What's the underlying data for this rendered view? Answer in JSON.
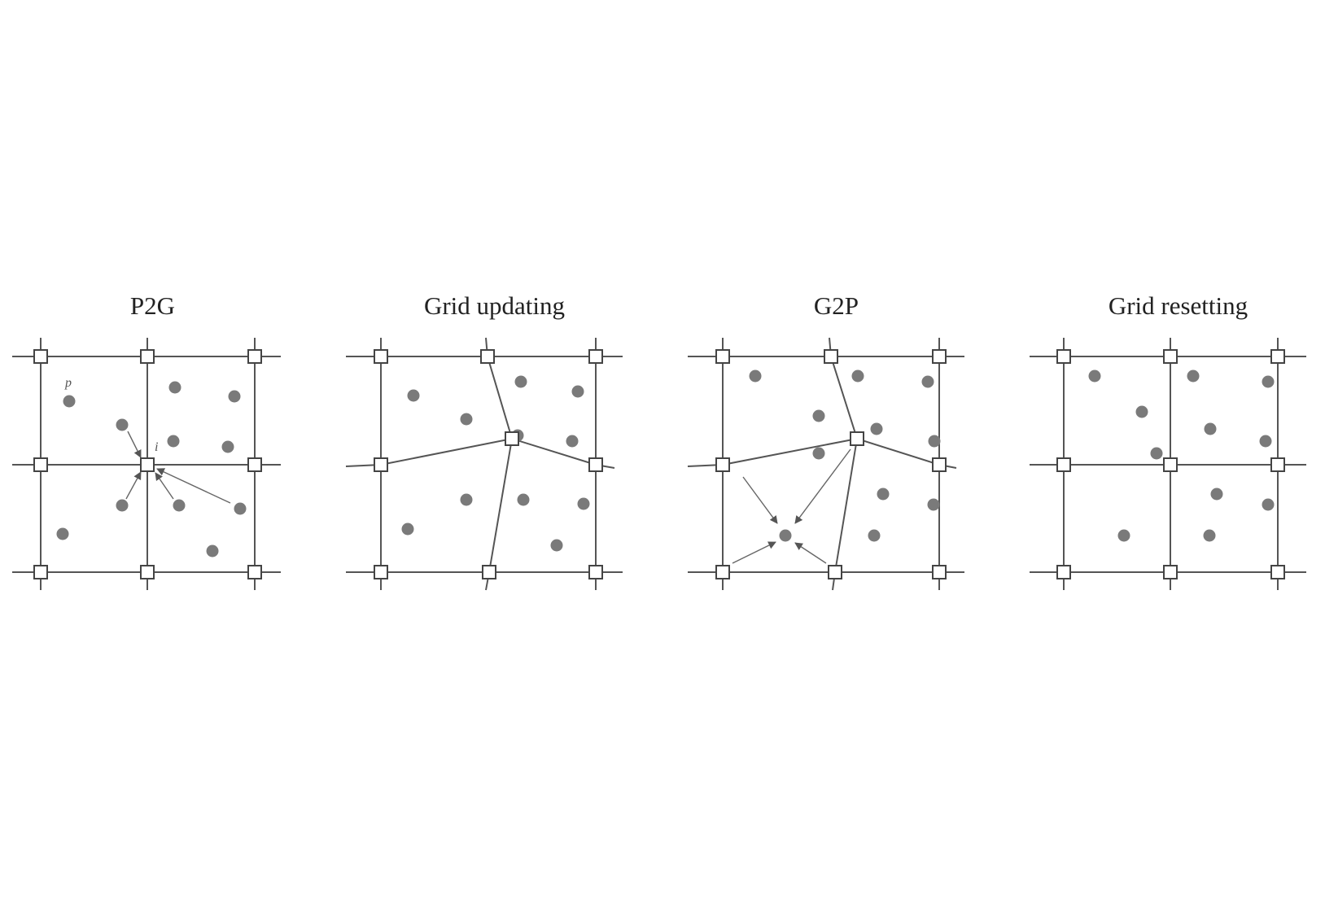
{
  "panels": [
    {
      "id": "p2g",
      "title": "P2G",
      "labels": {
        "particle": "p",
        "node": "i"
      }
    },
    {
      "id": "grid-updating",
      "title": "Grid updating"
    },
    {
      "id": "g2p",
      "title": "G2P"
    },
    {
      "id": "grid-resetting",
      "title": "Grid resetting"
    }
  ],
  "colors": {
    "grid_line": "#555555",
    "particle": "#7a7a7a",
    "node_fill": "#ffffff",
    "title_text": "#222222"
  }
}
